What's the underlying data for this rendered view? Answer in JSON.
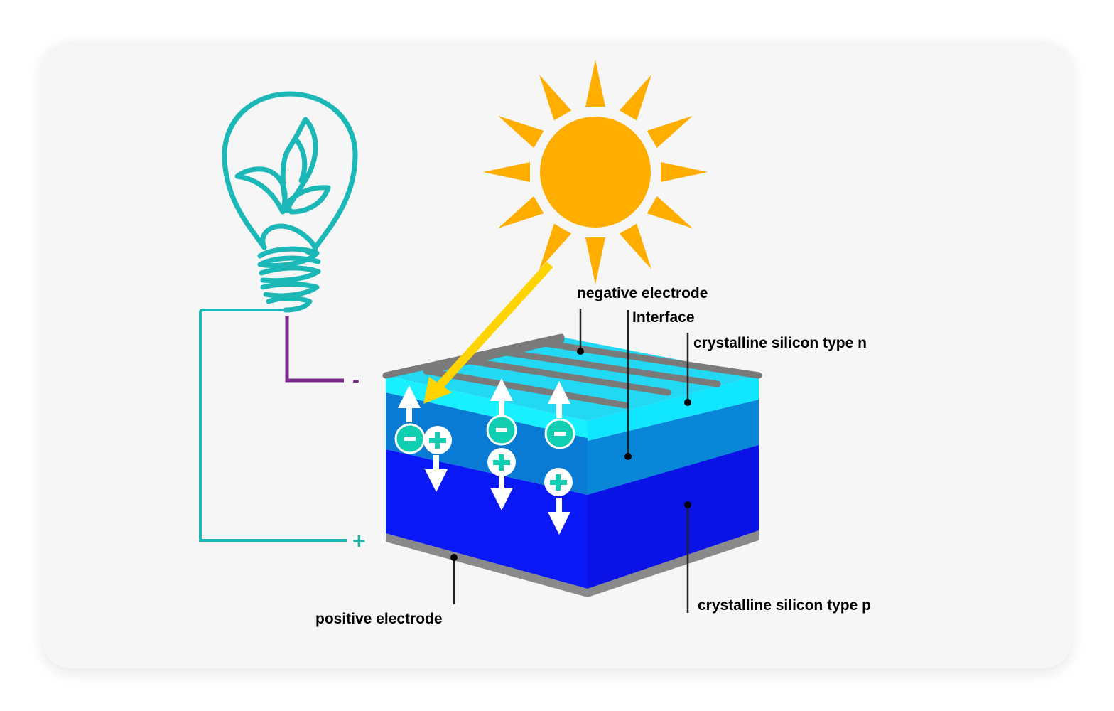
{
  "labels": {
    "negative_electrode": "negative electrode",
    "interface": "Interface",
    "n_type": "crystalline silicon type n",
    "p_type": "crystalline silicon type p",
    "positive_electrode": "positive electrode"
  },
  "terminals": {
    "minus": "-",
    "plus": "+"
  },
  "colors": {
    "card_bg": "#f6f6f6",
    "sun": "#ffae00",
    "light_ray": "#ffd400",
    "wire_teal": "#1cb8b8",
    "wire_purple": "#7a2a8a",
    "n_layer": "#10e8ff",
    "interface_layer": "#0a7fd6",
    "p_layer": "#0a14f0",
    "electrode": "#808080",
    "carrier": "#0fcfb0"
  },
  "icons": [
    "light-bulb-icon",
    "leaf-icon",
    "sun-icon",
    "arrow-icon",
    "minus-charge-icon",
    "plus-charge-icon"
  ]
}
